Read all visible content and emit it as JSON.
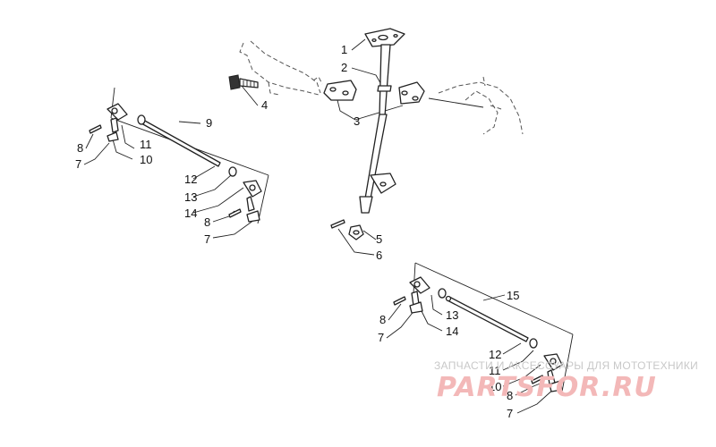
{
  "callouts": {
    "c1": "1",
    "c2": "2",
    "c3": "3",
    "c4": "4",
    "c5": "5",
    "c6": "6",
    "g1_7a": "7",
    "g1_8a": "8",
    "g1_9": "9",
    "g1_10": "10",
    "g1_11": "11",
    "g1_12": "12",
    "g1_13": "13",
    "g1_14": "14",
    "g1_8b": "8",
    "g1_7b": "7",
    "g2_15": "15",
    "g2_8a": "8",
    "g2_7a": "7",
    "g2_13": "13",
    "g2_14": "14",
    "g2_12": "12",
    "g2_11": "11",
    "g2_10": "10",
    "g2_8b": "8",
    "g2_7b": "7"
  },
  "watermark": {
    "tagline": "ЗАПЧАСТИ И АКСЕССУАРЫ ДЛЯ МОТОТЕХНИКИ",
    "logo": "PARTSFOR.RU"
  },
  "colors": {
    "ink": "#222222",
    "watermark_logo": "#f3b8b8",
    "watermark_text": "#c8c8c8"
  }
}
